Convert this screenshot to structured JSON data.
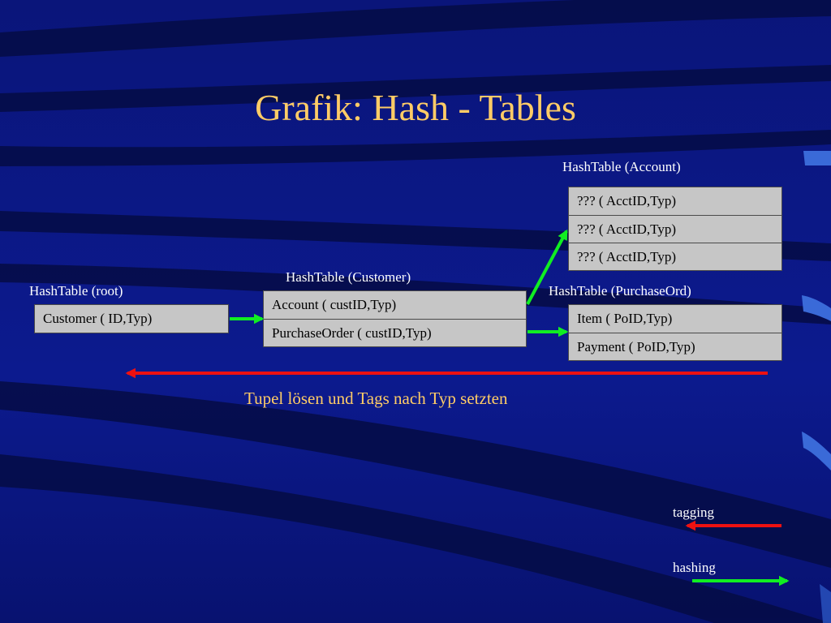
{
  "slide": {
    "title": "Grafik: Hash - Tables",
    "caption": "Tupel lösen und Tags nach Typ setzten"
  },
  "tables": {
    "root": {
      "label": "HashTable (root)",
      "rows": [
        "Customer ( ID,Typ)"
      ]
    },
    "customer": {
      "label": "HashTable (Customer)",
      "rows": [
        "Account ( custID,Typ)",
        "PurchaseOrder ( custID,Typ)"
      ]
    },
    "account": {
      "label": "HashTable (Account)",
      "rows": [
        "??? ( AcctID,Typ)",
        "??? ( AcctID,Typ)",
        "??? ( AcctID,Typ)"
      ]
    },
    "purchase_ord": {
      "label": "HashTable (PurchaseOrd)",
      "rows": [
        "Item ( PoID,Typ)",
        "Payment ( PoID,Typ)"
      ]
    }
  },
  "legend": {
    "tagging_label": "tagging",
    "hashing_label": "hashing"
  },
  "colors": {
    "background": "#0d1b8c",
    "title": "#ffcc66",
    "tagging": "#ee1111",
    "hashing": "#11ee22",
    "cell_fill": "#c6c6c6"
  }
}
